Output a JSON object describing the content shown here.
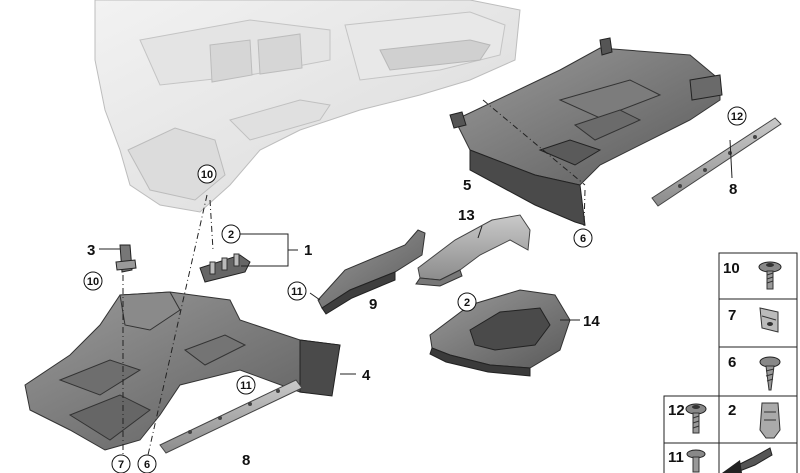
{
  "callouts": {
    "c1": "1",
    "c2a": "2",
    "c2b": "2",
    "c3": "3",
    "c4": "4",
    "c5": "5",
    "c6a": "6",
    "c6b": "6",
    "c7": "7",
    "c8a": "8",
    "c8b": "8",
    "c9": "9",
    "c10a": "10",
    "c10b": "10",
    "c11a": "11",
    "c11b": "11",
    "c12": "12",
    "c13": "13",
    "c14": "14"
  },
  "fastener_table": [
    {
      "number": "10",
      "icon": "torx-screw-icon"
    },
    {
      "number": "7",
      "icon": "spring-nut-icon"
    },
    {
      "number": "6",
      "icon": "tapping-screw-icon"
    },
    {
      "number": "12",
      "icon": "collar-screw-icon"
    },
    {
      "number": "2",
      "icon": "clip-nut-icon"
    },
    {
      "number": "11",
      "icon": "expanding-rivet-icon"
    },
    {
      "number": "",
      "icon": "retaining-clip-arrow-icon"
    }
  ]
}
